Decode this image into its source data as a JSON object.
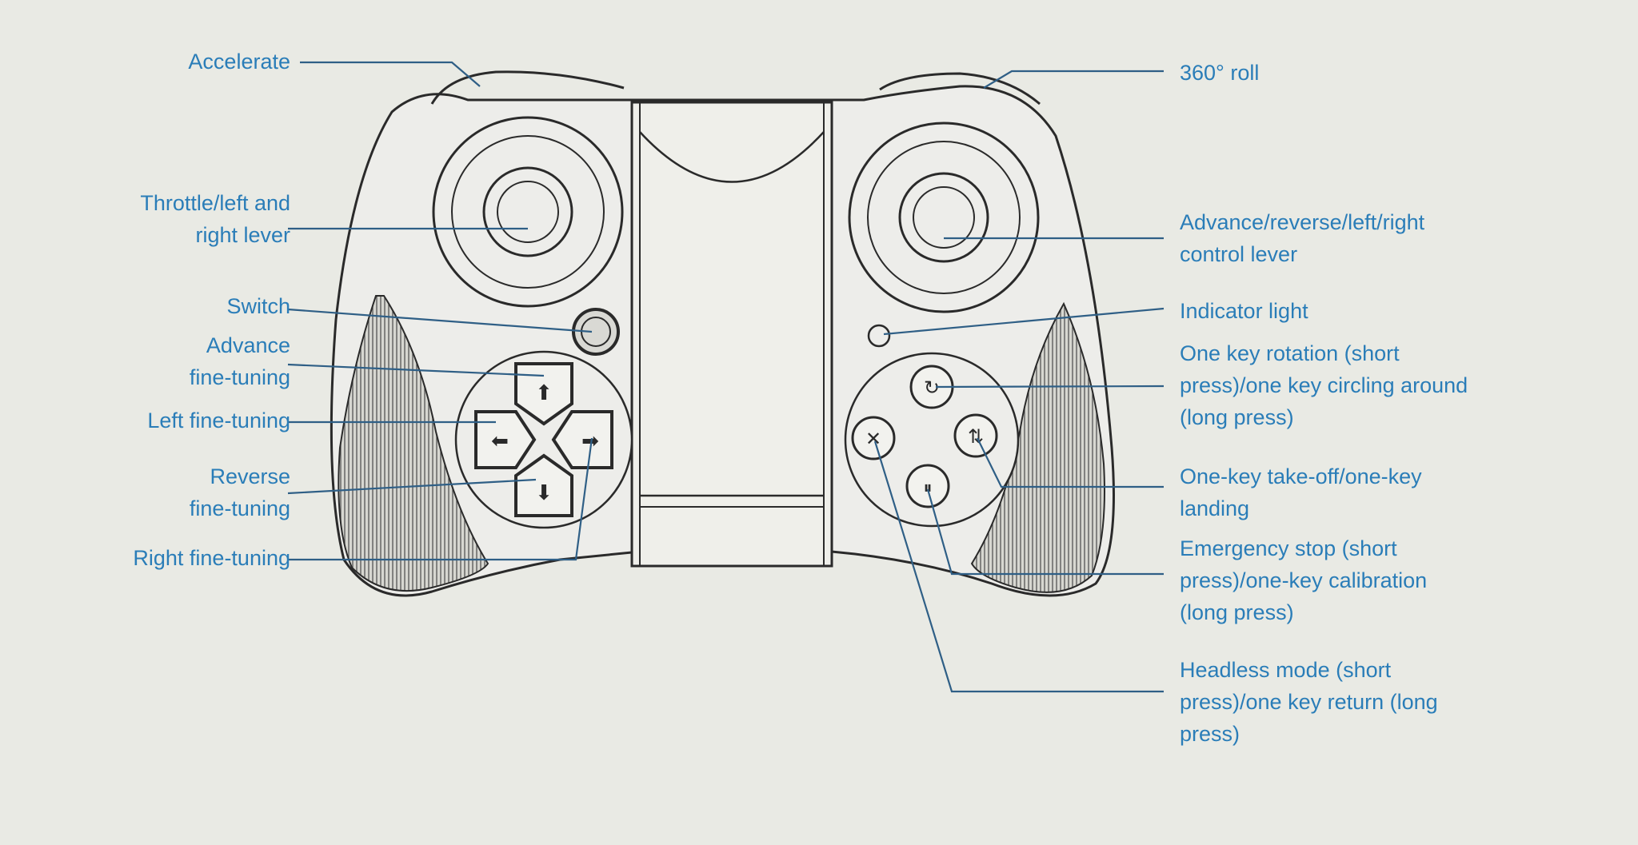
{
  "colors": {
    "background": "#e9eae4",
    "label_text": "#2a7db8",
    "leader_line": "#2f5f86",
    "outline": "#2a2a2a"
  },
  "labels_left": {
    "accelerate": [
      "Accelerate"
    ],
    "throttle": [
      "Throttle/left and",
      "right lever"
    ],
    "switch": [
      "Switch"
    ],
    "advance": [
      "Advance",
      "fine-tuning"
    ],
    "left": [
      "Left fine-tuning"
    ],
    "reverse": [
      "Reverse",
      "fine-tuning"
    ],
    "right": [
      "Right fine-tuning"
    ]
  },
  "labels_right": {
    "roll": [
      "360° roll"
    ],
    "advance_reverse": [
      "Advance/reverse/left/right",
      "control lever"
    ],
    "indicator": [
      "Indicator light"
    ],
    "rotation": [
      "One key rotation (short",
      "press)/one key circling around",
      "(long press)"
    ],
    "takeoff": [
      "One-key take-off/one-key",
      "landing"
    ],
    "emergency": [
      "Emergency stop (short",
      "press)/one-key calibration",
      "(long press)"
    ],
    "headless": [
      "Headless mode (short",
      "press)/one key return (long",
      "press)"
    ]
  },
  "icons": {
    "left_stick": "joystick-icon",
    "right_stick": "joystick-icon",
    "switch": "power-button-icon",
    "indicator": "indicator-light-icon",
    "dpad": "dpad-arrow-icon",
    "rotation": "rotation-button-icon",
    "takeoff": "takeoff-landing-button-icon",
    "emergency": "emergency-stop-button-icon",
    "headless": "headless-mode-button-icon"
  }
}
